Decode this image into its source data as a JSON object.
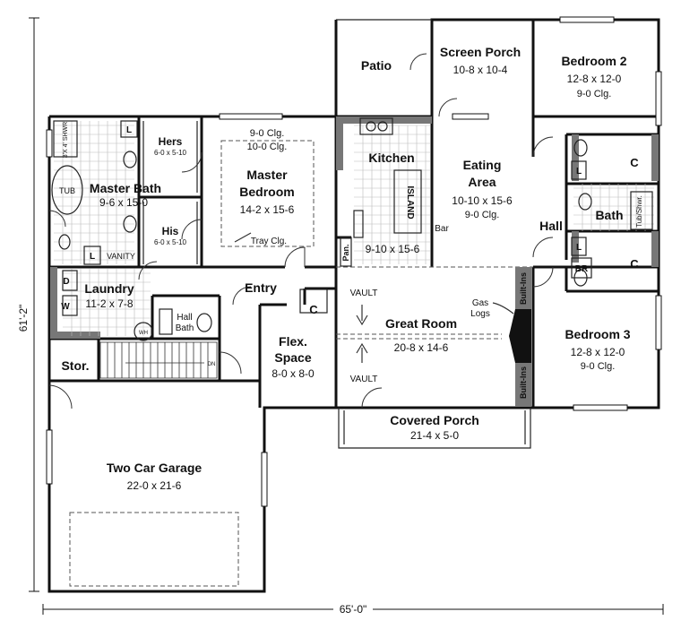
{
  "dimensions": {
    "width_label": "65'-0\"",
    "depth_label": "61'-2\""
  },
  "rooms": {
    "patio": {
      "name": "Patio"
    },
    "screen_porch": {
      "name": "Screen Porch",
      "size": "10-8 x 10-4"
    },
    "bedroom2": {
      "name": "Bedroom 2",
      "size": "12-8 x 12-0",
      "ceiling": "9-0 Clg."
    },
    "master_bath": {
      "name": "Master Bath",
      "size": "9-6 x 15-0",
      "tub": "TUB",
      "shower": "3'X 4' SHWR",
      "vanity": "VANITY"
    },
    "hers": {
      "name": "Hers",
      "size": "6-0 x 5-10"
    },
    "his": {
      "name": "His",
      "size": "6-0 x 5-10"
    },
    "master_bedroom": {
      "name_line1": "Master",
      "name_line2": "Bedroom",
      "size": "14-2 x 15-6",
      "ceiling1": "9-0 Clg.",
      "ceiling2": "10-0 Clg.",
      "tray": "Tray Clg."
    },
    "kitchen": {
      "name": "Kitchen",
      "size": "9-10 x 15-6",
      "island": "ISLAND",
      "bar": "Bar",
      "pantry": "Pan."
    },
    "eating_area": {
      "name_line1": "Eating",
      "name_line2": "Area",
      "size": "10-10 x 15-6",
      "ceiling": "9-0 Clg."
    },
    "hall": {
      "name": "Hall"
    },
    "bath": {
      "name": "Bath",
      "tub": "Tub/Shwr.",
      "br": "BR"
    },
    "laundry": {
      "name": "Laundry",
      "size": "11-2 x 7-8",
      "d": "D",
      "w": "W"
    },
    "hall_bath": {
      "name_line1": "Hall",
      "name_line2": "Bath",
      "wh": "WH"
    },
    "entry": {
      "name": "Entry"
    },
    "flex": {
      "name_line1": "Flex.",
      "name_line2": "Space",
      "size": "8-0 x 8-0"
    },
    "great_room": {
      "name": "Great Room",
      "size": "20-8 x 14-6",
      "vault": "VAULT",
      "gas_logs_1": "Gas",
      "gas_logs_2": "Logs",
      "built_ins": "Built-Ins"
    },
    "bedroom3": {
      "name": "Bedroom 3",
      "size": "12-8 x 12-0",
      "ceiling": "9-0 Clg."
    },
    "storage": {
      "name": "Stor."
    },
    "covered_porch": {
      "name": "Covered Porch",
      "size": "21-4 x 5-0"
    },
    "garage": {
      "name": "Two Car Garage",
      "size": "22-0 x 21-6"
    },
    "stairs": {
      "label": "DN"
    },
    "closet": {
      "label": "C"
    },
    "linen": {
      "label": "L"
    }
  }
}
